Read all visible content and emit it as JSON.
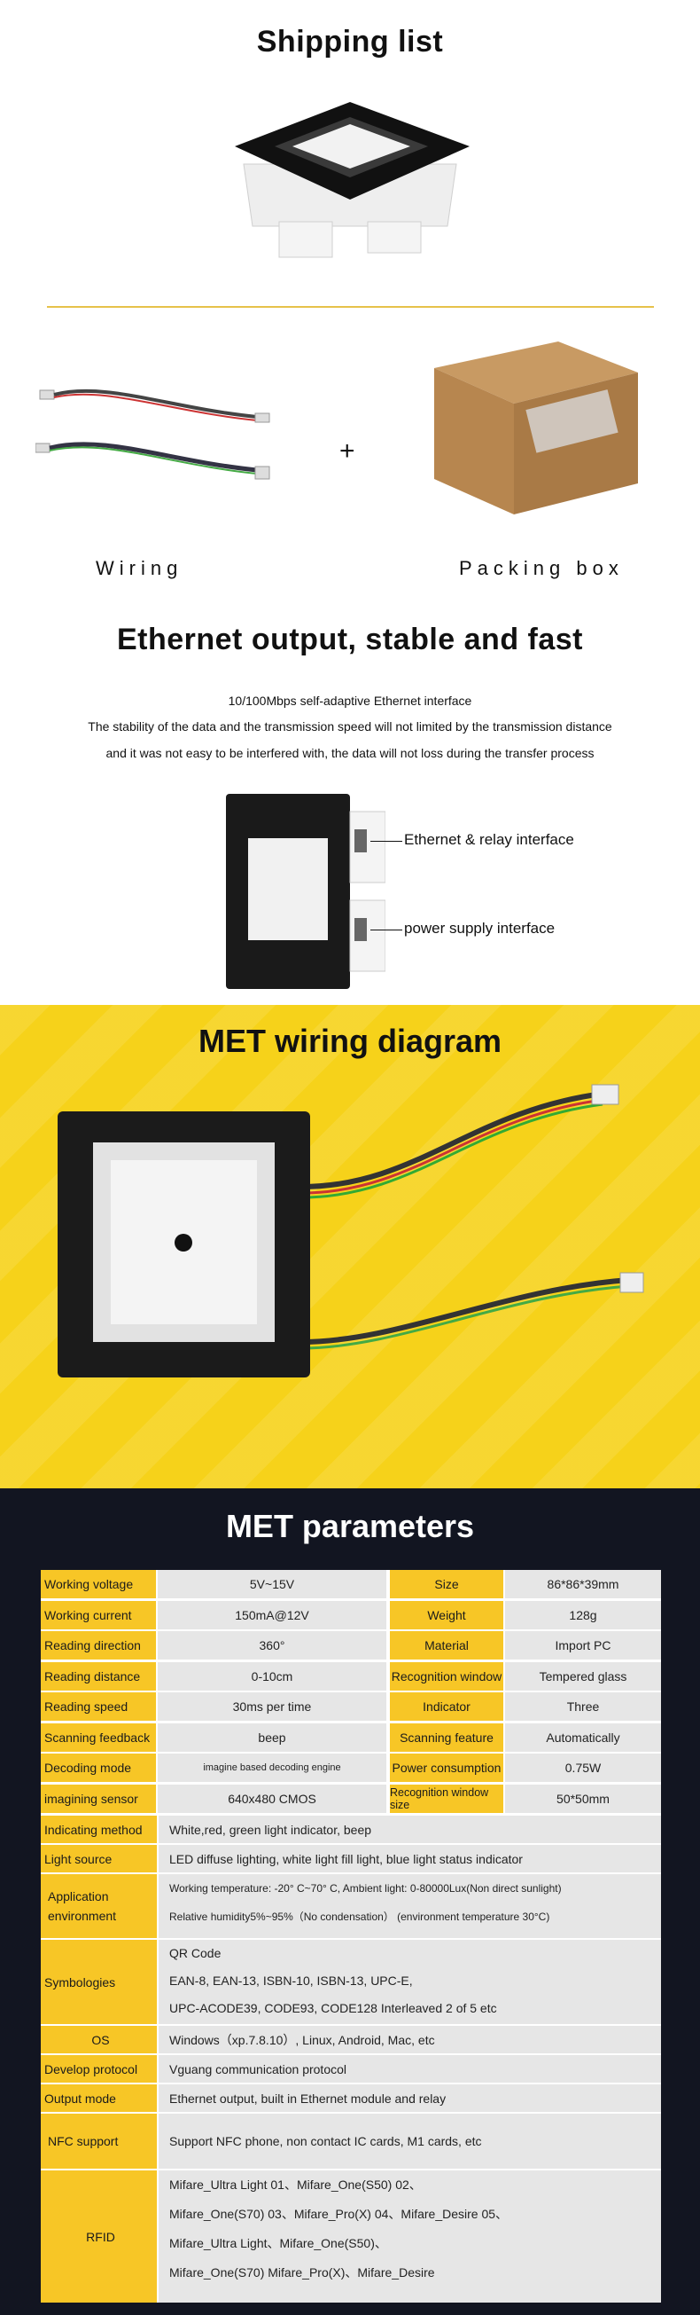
{
  "shipping": {
    "title": "Shipping list"
  },
  "accessories": {
    "wiring": "Wiring",
    "plus": "+",
    "packing_box": "Packing box"
  },
  "ethernet": {
    "title": "Ethernet output, stable and fast",
    "line1": "10/100Mbps self-adaptive Ethernet interface",
    "line2": "The stability of the data and the transmission speed will not limited by the transmission distance",
    "line3": "and it was not easy to be interfered with, the data will not loss during the transfer process",
    "callout1": "Ethernet & relay interface",
    "callout2": "power supply interface"
  },
  "wiring_diagram": {
    "title": "MET wiring diagram"
  },
  "params": {
    "title": "MET parameters",
    "rows": [
      {
        "l1": "Working voltage",
        "v1": "5V~15V",
        "l2": "Size",
        "v2": "86*86*39mm"
      },
      {
        "l1": "Working current",
        "v1": "150mA@12V",
        "l2": "Weight",
        "v2": "128g"
      },
      {
        "l1": "Reading direction",
        "v1": "360°",
        "l2": "Material",
        "v2": "Import PC"
      },
      {
        "l1": "Reading distance",
        "v1": "0-10cm",
        "l2": "Recognition window",
        "v2": "Tempered glass"
      },
      {
        "l1": "Reading speed",
        "v1": "30ms per time",
        "l2": "Indicator",
        "v2": "Three"
      },
      {
        "l1": "Scanning feedback",
        "v1": "beep",
        "l2": "Scanning feature",
        "v2": "Automatically"
      },
      {
        "l1": "Decoding mode",
        "v1": "imagine based decoding engine",
        "l2": "Power consumption",
        "v2": "0.75W"
      },
      {
        "l1": "imagining sensor",
        "v1": "640x480 CMOS",
        "l2": "Recognition window size",
        "v2": "50*50mm"
      }
    ],
    "indicating_method": {
      "label": "Indicating method",
      "value": "White,red, green light indicator, beep"
    },
    "light_source": {
      "label": "Light source",
      "value": "LED diffuse lighting, white light fill light, blue light status indicator"
    },
    "application": {
      "label": "Application environment",
      "line1": "Working temperature: -20° C~70° C, Ambient light: 0-80000Lux(Non direct sunlight)",
      "line2": "Relative humidity5%~95%（No condensation） (environment temperature 30°C)"
    },
    "symbologies": {
      "label": "Symbologies",
      "line1": "QR Code",
      "line2": "EAN-8, EAN-13, ISBN-10, ISBN-13, UPC-E,",
      "line3": "UPC-ACODE39, CODE93, CODE128 Interleaved 2 of 5 etc"
    },
    "os": {
      "label": "OS",
      "value": "Windows（xp.7.8.10）, Linux, Android, Mac, etc"
    },
    "protocol": {
      "label": "Develop protocol",
      "value": "Vguang communication protocol"
    },
    "output": {
      "label": "Output mode",
      "value": "Ethernet output, built in Ethernet module and relay"
    },
    "nfc": {
      "label": "NFC support",
      "value": "Support NFC phone, non contact IC cards, M1 cards, etc"
    },
    "rfid": {
      "label": "RFID",
      "line1": "Mifare_Ultra Light 01、Mifare_One(S50) 02、",
      "line2": "Mifare_One(S70) 03、Mifare_Pro(X) 04、Mifare_Desire 05、",
      "line3": "Mifare_Ultra Light、Mifare_One(S50)、",
      "line4": "Mifare_One(S70) Mifare_Pro(X)、Mifare_Desire"
    }
  }
}
